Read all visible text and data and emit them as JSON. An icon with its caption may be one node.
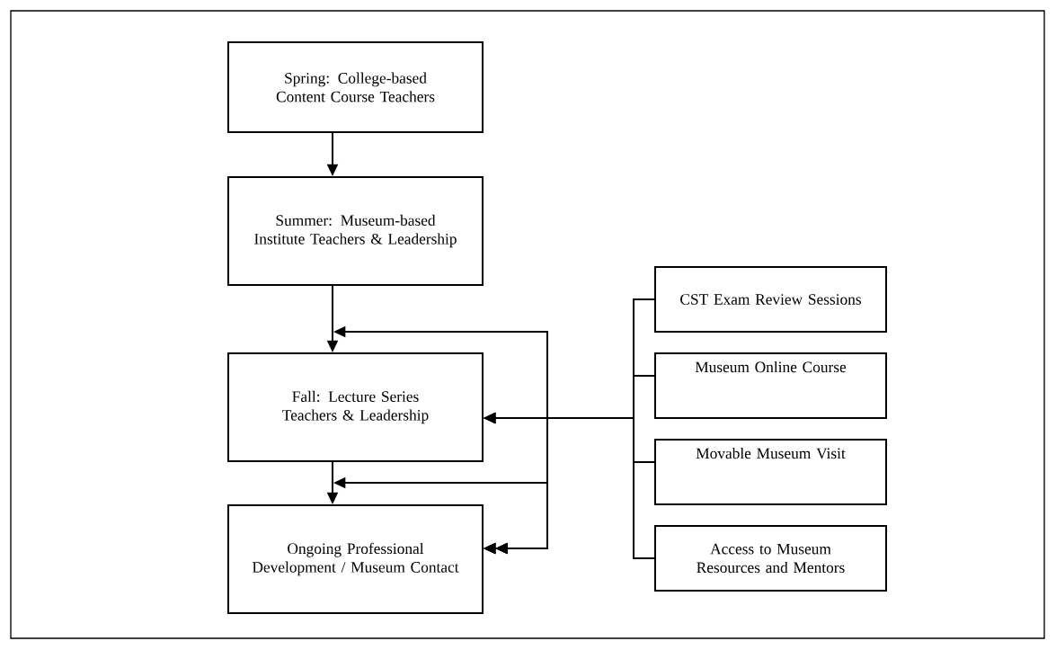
{
  "diagram": {
    "nodes": [
      {
        "text": [
          "Spring: College-based Content Course Teachers"
        ]
      },
      {
        "text": [
          "Summer: Museum-based Institute Teachers & Leadership"
        ]
      },
      {
        "text": [
          "Fall: Lecture Series Teachers & Leadership"
        ]
      },
      {
        "text": [
          "Ongoing Professional Development / Museum Contact"
        ]
      },
      {
        "text": [
          "CST Exam Review Sessions"
        ]
      },
      {
        "text": [
          "Museum Online Course"
        ]
      },
      {
        "text": [
          "Movable Museum Visit"
        ]
      },
      {
        "text": [
          "Access to Museum Resources and Mentors"
        ]
      }
    ],
    "edges": [
      {
        "from": 0,
        "to": 1,
        "arrow": "to"
      },
      {
        "from": 1,
        "to": 2,
        "arrow": "to"
      },
      {
        "from": 2,
        "to": 3,
        "arrow": "to"
      },
      {
        "from": 4,
        "to": 2,
        "arrow": "to"
      },
      {
        "from": 5,
        "to": 2,
        "arrow": "to"
      },
      {
        "from": 6,
        "to": 2,
        "arrow": "to"
      },
      {
        "from": 7,
        "to": 2,
        "arrow": "to"
      },
      {
        "from": 4,
        "to": 3,
        "arrow": "to"
      },
      {
        "from": 5,
        "to": 3,
        "arrow": "to"
      },
      {
        "from": 6,
        "to": 3,
        "arrow": "to"
      },
      {
        "from": 7,
        "to": 3,
        "arrow": "to"
      }
    ]
  }
}
